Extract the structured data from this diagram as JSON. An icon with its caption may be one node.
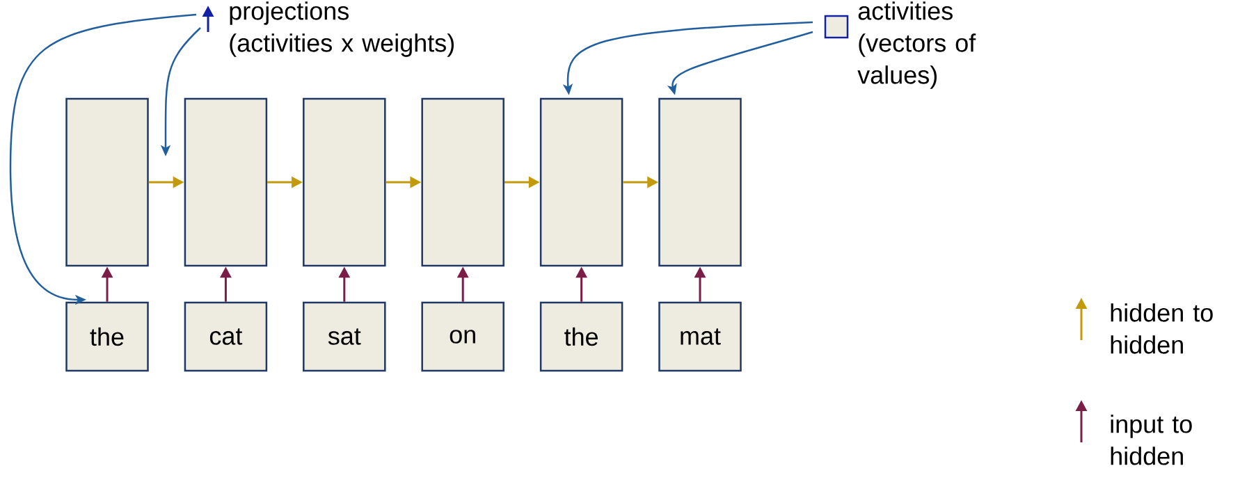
{
  "diagram": {
    "nodes": [
      {
        "text": [],
        "shape": "box"
      },
      {
        "text": [],
        "shape": "box"
      },
      {
        "text": [],
        "shape": "box"
      },
      {
        "text": [],
        "shape": "box"
      },
      {
        "text": [],
        "shape": "box"
      },
      {
        "text": [],
        "shape": "box"
      },
      {
        "text": [
          "the"
        ]
      },
      {
        "text": [
          "cat"
        ]
      },
      {
        "text": [
          "sat"
        ]
      },
      {
        "text": [
          "on"
        ]
      },
      {
        "text": [
          "the"
        ]
      },
      {
        "text": [
          "mat"
        ]
      },
      {
        "text": [
          "projections (activities x weights)"
        ]
      },
      {
        "text": [
          "activities (vectors of values)"
        ]
      }
    ],
    "edges": [
      {
        "from": 6,
        "to": 0,
        "arrow": "to",
        "color": "#7a1e48"
      },
      {
        "from": 7,
        "to": 1,
        "arrow": "to",
        "color": "#7a1e48"
      },
      {
        "from": 8,
        "to": 2,
        "arrow": "to",
        "color": "#7a1e48"
      },
      {
        "from": 9,
        "to": 3,
        "arrow": "to",
        "color": "#7a1e48"
      },
      {
        "from": 10,
        "to": 4,
        "arrow": "to",
        "color": "#7a1e48"
      },
      {
        "from": 11,
        "to": 5,
        "arrow": "to",
        "color": "#7a1e48"
      },
      {
        "from": 0,
        "to": 1,
        "arrow": "to",
        "color": "#c39a0b"
      },
      {
        "from": 1,
        "to": 2,
        "arrow": "to",
        "color": "#c39a0b"
      },
      {
        "from": 2,
        "to": 3,
        "arrow": "to",
        "color": "#c39a0b"
      },
      {
        "from": 3,
        "to": 4,
        "arrow": "to",
        "color": "#c39a0b"
      },
      {
        "from": 4,
        "to": 5,
        "arrow": "to",
        "color": "#c39a0b"
      },
      {
        "from": 12,
        "to": 6,
        "arrow": "to",
        "color": "#215e9e"
      },
      {
        "from": 12,
        "to": 0,
        "arrow": "to",
        "color": "#215e9e"
      },
      {
        "from": 13,
        "to": 4,
        "arrow": "to",
        "color": "#215e9e"
      },
      {
        "from": 13,
        "to": 5,
        "arrow": "to",
        "color": "#215e9e"
      }
    ],
    "legend": [
      {
        "text": "hidden to hidden"
      },
      {
        "text": "input to hidden"
      }
    ]
  }
}
